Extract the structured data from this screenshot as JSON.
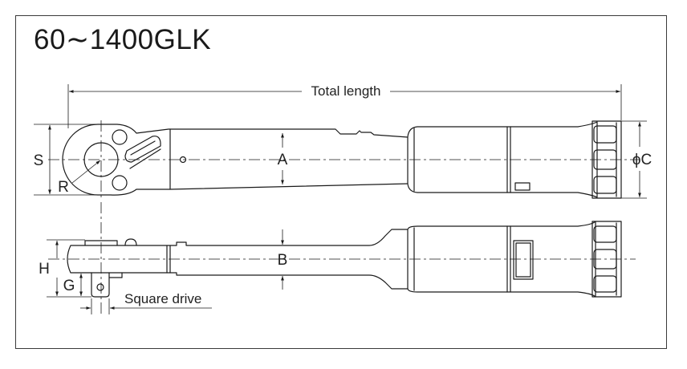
{
  "title": "60∼1400GLK",
  "labels": {
    "total_length": "Total length",
    "s": "S",
    "r": "R",
    "a": "A",
    "c": "ϕC",
    "h": "H",
    "g": "G",
    "b": "B",
    "square_drive": "Square drive"
  },
  "colors": {
    "line": "#1a1a1a",
    "frame": "#3a3a3a",
    "background": "#ffffff"
  }
}
